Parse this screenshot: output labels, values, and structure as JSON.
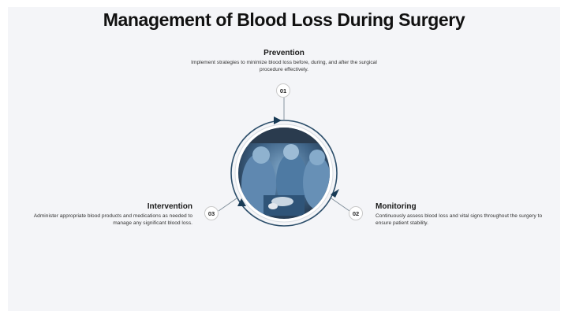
{
  "title": "Management of Blood Loss During Surgery",
  "steps": [
    {
      "number": "01",
      "heading": "Prevention",
      "description": "Implement strategies to minimize blood loss before, during, and after the surgical procedure effectively."
    },
    {
      "number": "02",
      "heading": "Monitoring",
      "description": "Continuously assess blood loss and vital signs throughout the surgery to ensure patient stability."
    },
    {
      "number": "03",
      "heading": "Intervention",
      "description": "Administer appropriate blood products and medications as needed to manage any significant blood loss."
    }
  ],
  "colors": {
    "ring": "#2d4f6b",
    "arrow": "#183a55",
    "connector": "#7b8a96"
  },
  "image": "surgical-team-photo"
}
